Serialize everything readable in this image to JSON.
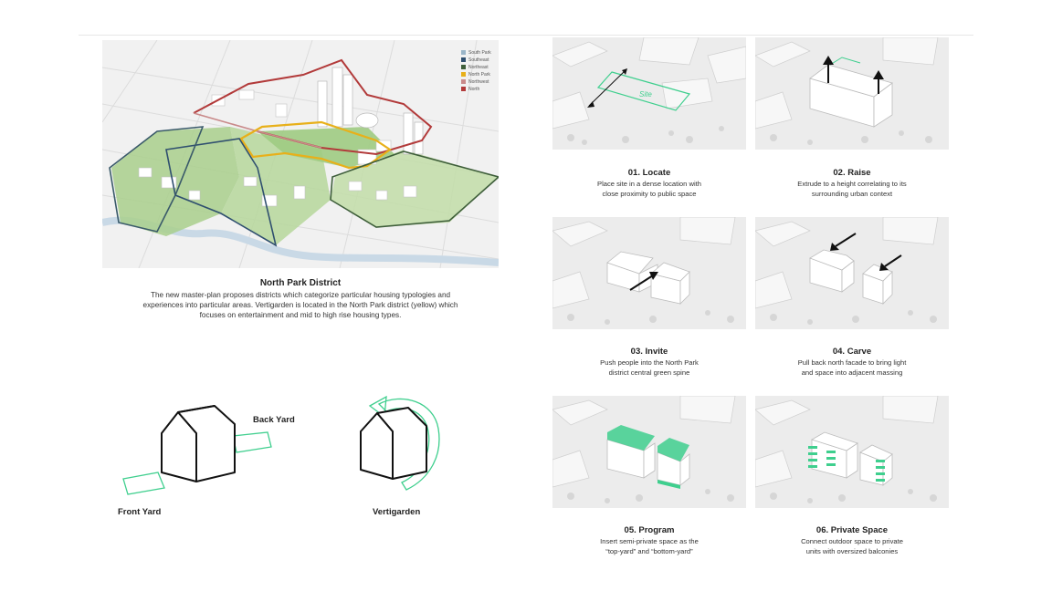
{
  "map": {
    "legend": [
      {
        "label": "South Park",
        "color": "#9ab5c8"
      },
      {
        "label": "Southeast",
        "color": "#2f4f6f"
      },
      {
        "label": "Northeast",
        "color": "#3e5e3a"
      },
      {
        "label": "North Park",
        "color": "#e8b01a"
      },
      {
        "label": "Northwest",
        "color": "#c98a8a"
      },
      {
        "label": "North",
        "color": "#b23a3a"
      }
    ],
    "title": "North Park District",
    "description": "The new master-plan proposes districts which categorize particular housing typologies and experiences into particular areas. Vertigarden is located in the North Park district (yellow) which focuses on entertainment and mid to high rise housing types."
  },
  "concept": {
    "back_yard": "Back Yard",
    "front_yard": "Front Yard",
    "vertigarden": "Vertigarden"
  },
  "steps": [
    {
      "title": "01. Locate",
      "desc_line1": "Place site in a dense location with",
      "desc_line2": "close proximity to public space",
      "site_label": "Site"
    },
    {
      "title": "02. Raise",
      "desc_line1": "Extrude to a height correlating to its",
      "desc_line2": "surrounding urban context"
    },
    {
      "title": "03. Invite",
      "desc_line1": "Push people into the North Park",
      "desc_line2": "district central green spine"
    },
    {
      "title": "04. Carve",
      "desc_line1": "Pull back north facade to bring light",
      "desc_line2": "and space into adjacent massing"
    },
    {
      "title": "05. Program",
      "desc_line1": "Insert semi-private space as the",
      "desc_line2": "“top-yard” and “bottom-yard”"
    },
    {
      "title": "06. Private Space",
      "desc_line1": "Connect outdoor space to private",
      "desc_line2": "units with oversized balconies"
    }
  ],
  "colors": {
    "accent_green": "#3fcf8e",
    "park_green": "#a9cf8c",
    "outline": "#111111"
  }
}
